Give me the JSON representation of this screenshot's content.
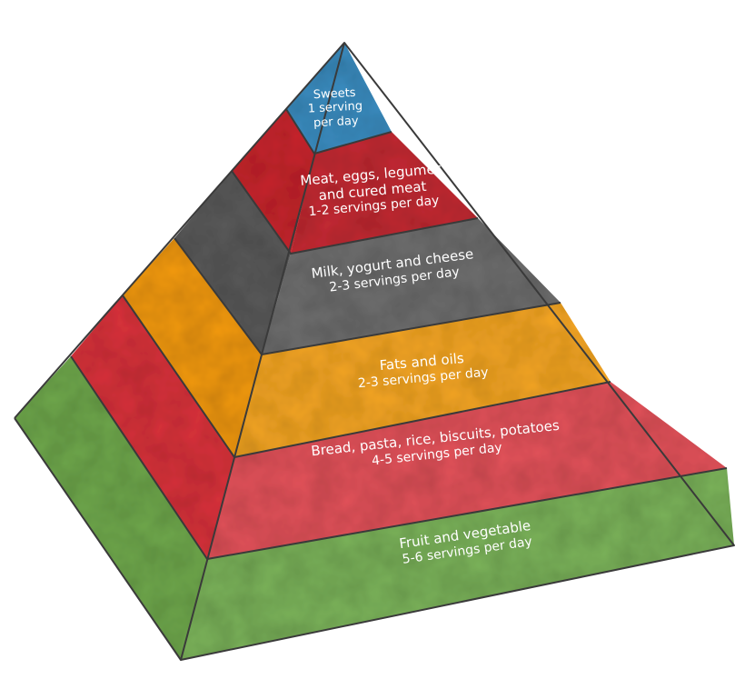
{
  "tiers": [
    {
      "name": "Sweets",
      "servings": "1 serving per day",
      "servings_line1": "1 serving",
      "servings_line2": "per day",
      "color": "#3b8ec2",
      "side_color": "#3b8ec2"
    },
    {
      "name": "Meat, eggs, legumes and cured meat",
      "name_line1": "Meat, eggs, legumes",
      "name_line2": "and cured meat",
      "servings": "1-2 servings per day",
      "color": "#c42a33",
      "side_color": "#c8242d"
    },
    {
      "name": "Milk, yogurt and cheese",
      "servings": "2-3 servings per day",
      "color": "#6e6e6e",
      "side_color": "#5a5a5a"
    },
    {
      "name": "Fats and oils",
      "servings": "2-3 servings per day",
      "color": "#f5a623",
      "side_color": "#f39a12"
    },
    {
      "name": "Bread, pasta, rice, biscuits, potatoes",
      "servings": "4-5 servings per day",
      "color": "#e3525a",
      "side_color": "#d9323b"
    },
    {
      "name": "Fruit and vegetable",
      "servings": "5-6 servings per day",
      "color": "#7bb35a",
      "side_color": "#6fa84c"
    }
  ]
}
